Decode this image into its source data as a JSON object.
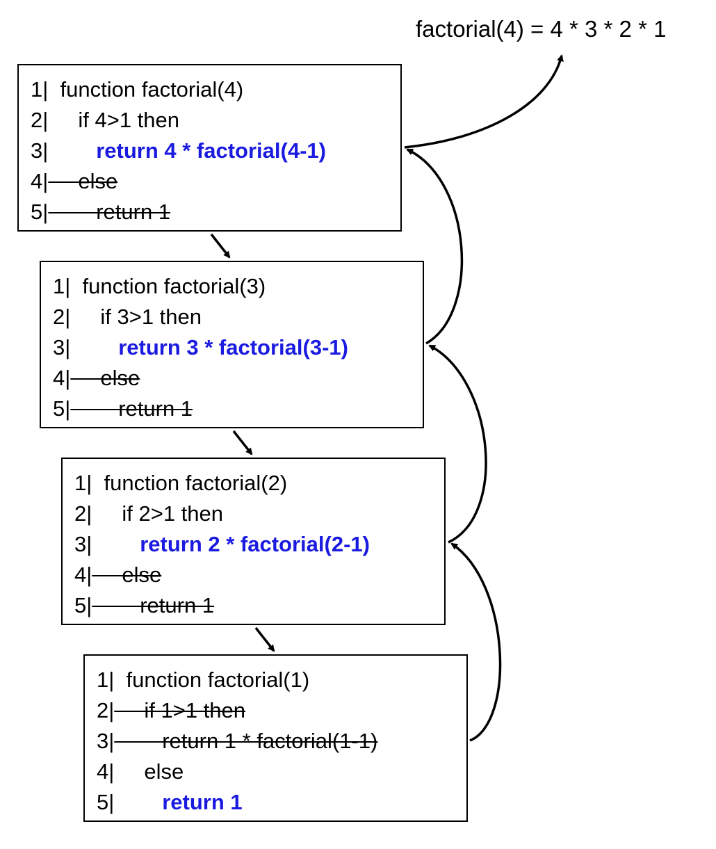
{
  "result_text": "factorial(4) = 4 * 3 * 2 * 1",
  "colors": {
    "active": "#1a1ae0",
    "text": "#000000"
  },
  "frames": [
    {
      "arg": 4,
      "lines": [
        {
          "num": "1|",
          "code": "  function factorial(4)",
          "state": "normal"
        },
        {
          "num": "2|",
          "code": "     if 4>1 then",
          "state": "normal"
        },
        {
          "num": "3|",
          "code": "        return 4 * factorial(4-1)",
          "state": "active"
        },
        {
          "num": "4|",
          "code": "     else",
          "state": "struck"
        },
        {
          "num": "5|",
          "code": "        return 1",
          "state": "struck"
        }
      ]
    },
    {
      "arg": 3,
      "lines": [
        {
          "num": "1|",
          "code": "  function factorial(3)",
          "state": "normal"
        },
        {
          "num": "2|",
          "code": "     if 3>1 then",
          "state": "normal"
        },
        {
          "num": "3|",
          "code": "        return 3 * factorial(3-1)",
          "state": "active"
        },
        {
          "num": "4|",
          "code": "     else",
          "state": "struck"
        },
        {
          "num": "5|",
          "code": "        return 1",
          "state": "struck"
        }
      ]
    },
    {
      "arg": 2,
      "lines": [
        {
          "num": "1|",
          "code": "  function factorial(2)",
          "state": "normal"
        },
        {
          "num": "2|",
          "code": "     if 2>1 then",
          "state": "normal"
        },
        {
          "num": "3|",
          "code": "        return 2 * factorial(2-1)",
          "state": "active"
        },
        {
          "num": "4|",
          "code": "     else",
          "state": "struck"
        },
        {
          "num": "5|",
          "code": "        return 1",
          "state": "struck"
        }
      ]
    },
    {
      "arg": 1,
      "lines": [
        {
          "num": "1|",
          "code": "  function factorial(1)",
          "state": "normal"
        },
        {
          "num": "2|",
          "code": "     if 1>1 then",
          "state": "struck"
        },
        {
          "num": "3|",
          "code": "        return 1 * factorial(1-1)",
          "state": "struck"
        },
        {
          "num": "4|",
          "code": "     else",
          "state": "normal"
        },
        {
          "num": "5|",
          "code": "        return 1",
          "state": "active"
        }
      ]
    }
  ]
}
